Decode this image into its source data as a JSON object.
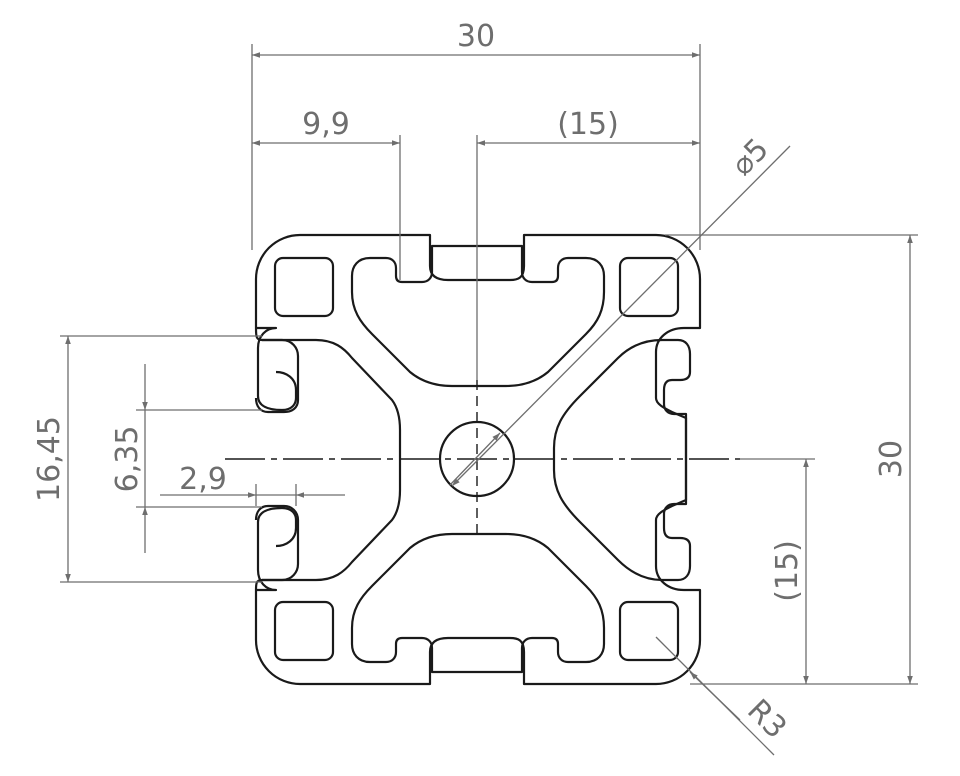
{
  "drawing": {
    "dimensions": {
      "overall_width": "30",
      "slot_offset_left": "9,9",
      "half_width_ref": "(15)",
      "hole_diameter": "⌀5",
      "overall_height": "30",
      "slot_span": "16,45",
      "slot_opening": "6,35",
      "lip_thickness": "2,9",
      "half_height_ref": "(15)",
      "corner_radius": "R3"
    },
    "colors": {
      "profile_line": "#1a1a1a",
      "dimension_line": "#6e6e6e",
      "background": "#ffffff"
    }
  }
}
